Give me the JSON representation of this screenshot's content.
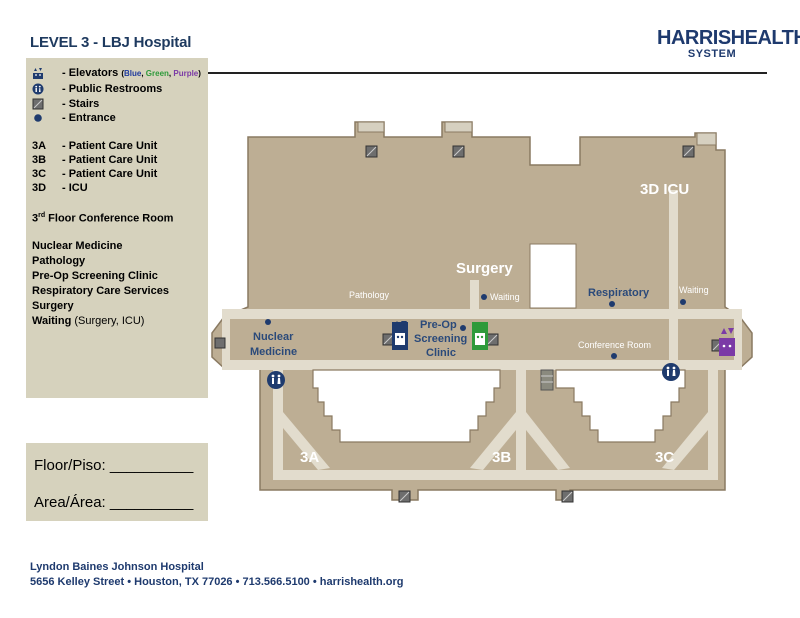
{
  "header": {
    "title": "LEVEL 3 - LBJ Hospital",
    "logo_line1": "HARRISHEALTH",
    "logo_line2": "SYSTEM"
  },
  "legend": {
    "icons": [
      {
        "icon": "elevator-icon",
        "label": "- Elevators"
      },
      {
        "icon": "restroom-icon",
        "label": "- Public Restrooms"
      },
      {
        "icon": "stairs-icon",
        "label": "- Stairs"
      },
      {
        "icon": "entrance-icon",
        "label": "- Entrance"
      }
    ],
    "elevator_colors": {
      "open": "(",
      "blue": "Blue",
      "sep1": ", ",
      "green": "Green",
      "sep2": ", ",
      "purple": "Purple",
      "close": ")"
    },
    "units": [
      {
        "code": "3A",
        "desc": "- Patient Care Unit"
      },
      {
        "code": "3B",
        "desc": "- Patient Care Unit"
      },
      {
        "code": "3C",
        "desc": "- Patient Care Unit"
      },
      {
        "code": "3D",
        "desc": "- ICU"
      }
    ],
    "conference": {
      "pre": "3",
      "sup": "rd",
      "post": " Floor Conference Room"
    },
    "services": [
      "Nuclear Medicine",
      "Pathology",
      "Pre-Op Screening Clinic",
      "Respiratory Care Services",
      "Surgery"
    ],
    "waiting": {
      "label": "Waiting",
      "detail": " (Surgery, ICU)"
    }
  },
  "form": {
    "floor": "Floor/Piso: __________",
    "area": "Area/Área: __________"
  },
  "footer": {
    "line1": "Lyndon Baines Johnson Hospital",
    "line2": "5656 Kelley Street • Houston, TX 77026 • 713.566.5100 • harrishealth.org"
  },
  "map": {
    "labels": {
      "icu": "3D ICU",
      "surgery": "Surgery",
      "pathology": "Pathology",
      "waiting_surgery": "Waiting",
      "respiratory": "Respiratory",
      "waiting_icu": "Waiting",
      "nuclear1": "Nuclear",
      "nuclear2": "Medicine",
      "preop1": "Pre-Op",
      "preop2": "Screening",
      "preop3": "Clinic",
      "conference": "Conference Room",
      "unit_3a": "3A",
      "unit_3b": "3B",
      "unit_3c": "3C"
    },
    "colors": {
      "building": "#bdae94",
      "outline": "#8a7a62",
      "corridor": "#e2dccd",
      "accent_blue": "#2b4a7a",
      "elevator_blue": "#1f3b6e",
      "elevator_green": "#2e9a3a",
      "elevator_purple": "#7b3aa6"
    }
  }
}
